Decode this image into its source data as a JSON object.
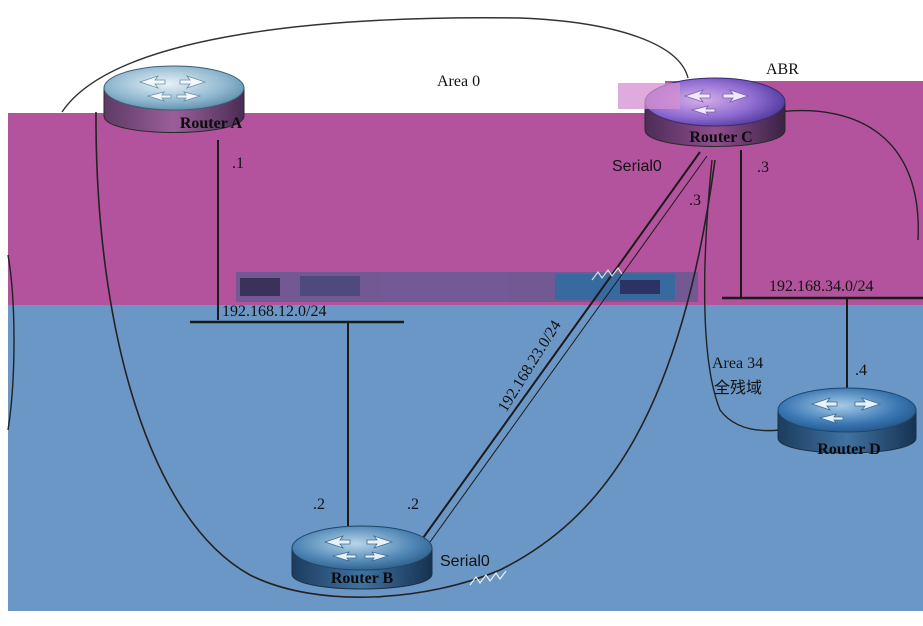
{
  "colors": {
    "upper_band": "#B3539E",
    "lower_band": "#6B97C6",
    "line": "#1a1a1a"
  },
  "labels": {
    "area0": "Area 0",
    "abr": "ABR",
    "area34_line1": "Area 34",
    "area34_line2": "全残域",
    "serial0_c": "Serial0",
    "serial0_b": "Serial0",
    "net_12": "192.168.12.0/24",
    "net_34": "192.168.34.0/24",
    "net_23": "192.168.23.0/24",
    "ip_a": ".1",
    "ip_b_left": ".2",
    "ip_b_right": ".2",
    "ip_c_left": ".3",
    "ip_c_right": ".3",
    "ip_d": ".4"
  },
  "routers": {
    "a": {
      "name": "Router A",
      "icon": "router-icon"
    },
    "b": {
      "name": "Router B",
      "icon": "router-icon"
    },
    "c": {
      "name": "Router C",
      "icon": "router-icon"
    },
    "d": {
      "name": "Router D",
      "icon": "router-icon"
    }
  }
}
